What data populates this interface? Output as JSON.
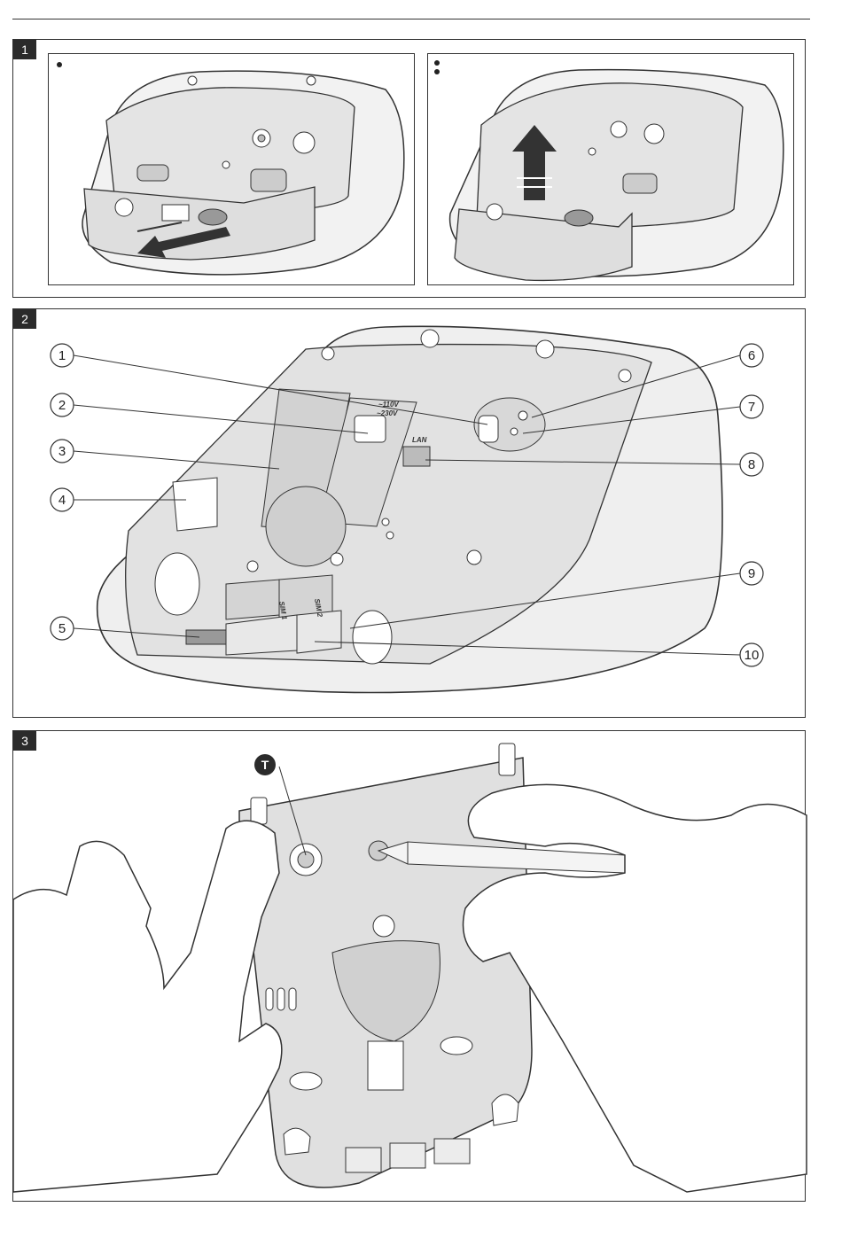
{
  "panels": [
    {
      "number": "1"
    },
    {
      "number": "2"
    },
    {
      "number": "3"
    }
  ],
  "panel1": {
    "left_step_dots": 1,
    "right_step_dots": 2
  },
  "panel2": {
    "callouts": [
      "1",
      "2",
      "3",
      "4",
      "5",
      "6",
      "7",
      "8",
      "9",
      "10"
    ],
    "labels": {
      "voltage_line1": "~110V",
      "voltage_line2": "~230V",
      "lan": "LAN",
      "sim1": "SIM 1",
      "sim2": "SIM 2"
    }
  },
  "panel3": {
    "tamper_marker": "T"
  },
  "colors": {
    "device_fill": "#e6e6e6",
    "device_dark": "#cfcfcf",
    "outline": "#333333",
    "badge": "#2b2b2b"
  }
}
